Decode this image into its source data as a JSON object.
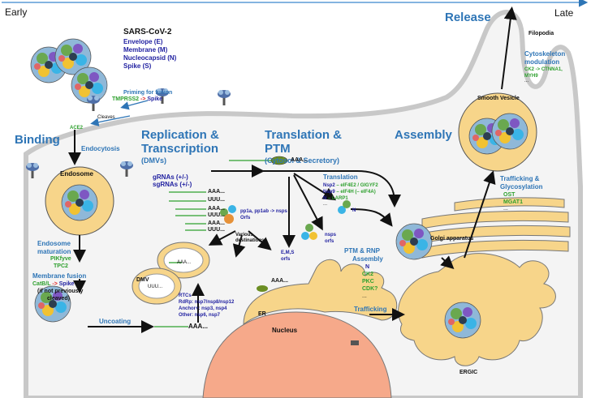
{
  "timeline": {
    "early": "Early",
    "late": "Late"
  },
  "stages": {
    "binding": "Binding",
    "replication_1": "Replication &",
    "replication_2": "Transcription",
    "replication_sub": "(DMVs)",
    "translation_1": "Translation &",
    "translation_2": "PTM",
    "translation_sub": "(Cytosol & Secretory)",
    "assembly": "Assembly",
    "release": "Release"
  },
  "virion": {
    "title": "SARS-CoV-2",
    "envelope": "Envelope (E)",
    "membrane": "Membrane (M)",
    "nucleocapsid": "Nucleocapsid (N)",
    "spike": "Spike (S)"
  },
  "binding": {
    "priming": "Priming for fusion",
    "tmprss2": "TMPRSS2",
    "arrow": "->",
    "spike": "Spike",
    "cleaves": "Cleaves",
    "ace2": "ACE2"
  },
  "endocytosis": {
    "label": "Endocytosis",
    "endosome": "Endosome",
    "maturation_1": "Endosome",
    "maturation_2": "maturation",
    "pikfyve": "PIKfyve",
    "tpc2": "TPC2",
    "fusion": "Membrane fusion",
    "cathepsin": "CatB/L",
    "arrow": "->",
    "spike": "Spike",
    "note_1": "(if not previously",
    "note_2": "cleaved)",
    "uncoating": "Uncoating",
    "rna_tail": "AAA..."
  },
  "replication": {
    "grnas": "gRNAs  (+/-)",
    "sgrnas": "sgRNAs (+/-)",
    "rna_rows": [
      "AAA...",
      "UUU...",
      "AAA...",
      "UUU...",
      "AAA...",
      "UUU..."
    ],
    "pp": "pp1a, pp1ab -> nsps",
    "orfs": "Orfs",
    "various": "Various",
    "destinations": "destinations",
    "dmv": "DMV",
    "dmv_uuu": "UUU...",
    "dmv_aaa": "AAA...",
    "rtcs": "RTCs",
    "rdrp": "RdRp: nsp7/nsp8/nsp12",
    "anchor": "Anchor+: nsp3, nsp4",
    "other": "Other: nsp6, nsp7"
  },
  "translation": {
    "title": "Translation",
    "aaa": "AAA...",
    "nsp2": "Nsp2",
    "nsp2_target": "– eIF4E2 / GIGYF2",
    "nsp9": "Nsp9",
    "nsp9_target": "– eIF4H (– eIF4A)",
    "n": "N",
    "n_target": "– LARP1",
    "n_label": "N",
    "nsps": "nsps",
    "orfs": "orfs",
    "ems": "E,M,S",
    "ems_orfs": "orfs",
    "er": "ER",
    "er_aaa": "AAA...",
    "nucleus": "Nucleus",
    "dots": "..."
  },
  "assembly": {
    "ptm_1": "PTM & RNP",
    "ptm_2": "Assembly",
    "kinases": [
      "N",
      "CK2",
      "PKC",
      "CDK?",
      "..."
    ],
    "golgi": "Golgi apparatus",
    "trafficking": "Trafficking",
    "ergic": "ERGIC"
  },
  "release": {
    "filopodia": "Filopodia",
    "cyto_1": "Cytoskeleton",
    "cyto_2": "modulation",
    "ck2": "CK2 -> CTNNA1,",
    "myh9": "MYH9",
    "dots": "...",
    "smooth": "Smooth Vesicle",
    "traffic_1": "Trafficking &",
    "traffic_2": "Glycosylation",
    "ost": "OST",
    "mgat1": "MGAT1",
    "dots2": "..."
  },
  "colors": {
    "membrane": "#c8c8c8",
    "cytoplasm": "#f4f4f4",
    "vesicle": "#f7d58a",
    "nucleus": "#f6a98a",
    "header": "#2e75b6",
    "navy": "#1f1fa0",
    "green": "#2ea02e"
  }
}
